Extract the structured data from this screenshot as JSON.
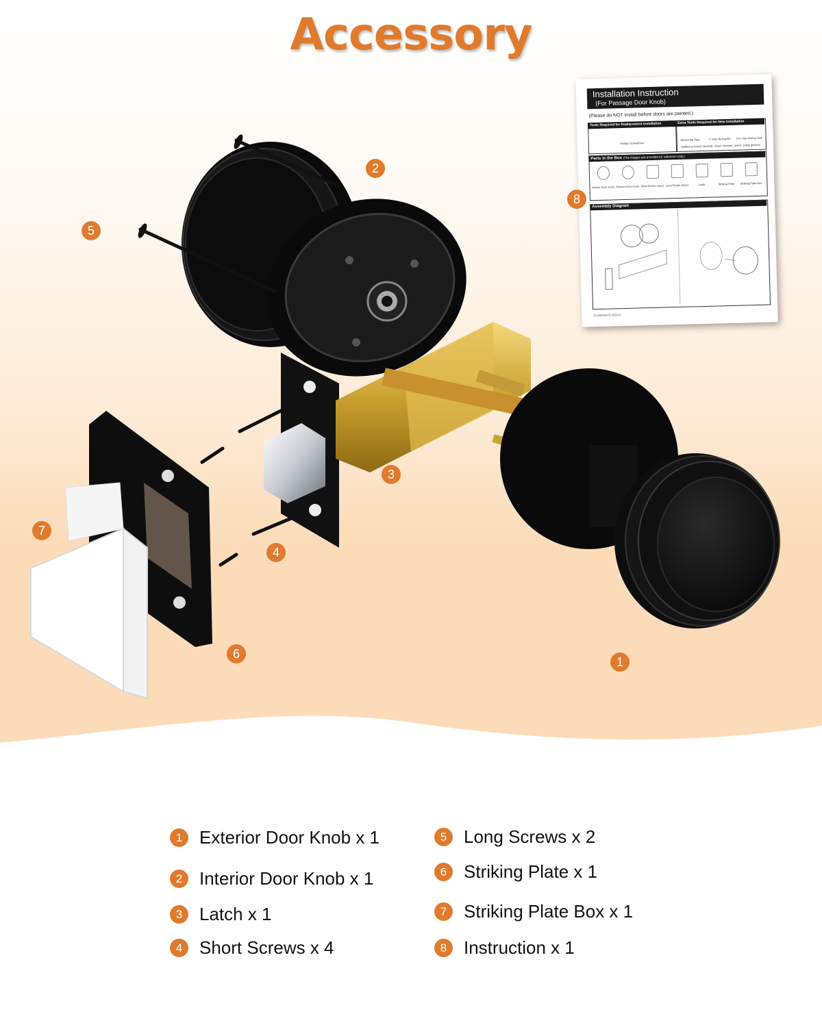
{
  "title": "Accessory",
  "colors": {
    "accent": "#e07a2c",
    "product_black": "#111111",
    "brass": "#c9a230"
  },
  "callouts": [
    "1",
    "2",
    "3",
    "4",
    "5",
    "6",
    "7",
    "8"
  ],
  "manual": {
    "title": "Installation Instruction",
    "subtitle": "(For Passage Door Knob)",
    "note": "(Please do NOT install before doors are painted.)",
    "tools_replace": "Tools Required for Replacement Installation",
    "tools_new": "Extra Tools Required for New Installation",
    "tool_1": "Phillips Screwdriver",
    "tool_2": "Measuring Tape",
    "tool_3": "1\" Hole Boring Bit",
    "tool_4": "2\"or Hole Boring Saw",
    "additional": "Additional tools(if needed): chisel, hammer, pencil, safety glasses",
    "parts_title": "Parts in the Box",
    "parts_note": "(The images are provided for reference only.)",
    "parts": [
      "Interior Door Knob",
      "Exterior Door Knob",
      "Short Screw (4pcs)",
      "Long Screw (2pcs)",
      "Latch",
      "Striking Plate",
      "Striking Plate Box"
    ],
    "assembly_title": "Assembly Diagram",
    "footer": "DL060196-PS-2025V1"
  },
  "legend": [
    {
      "num": "1",
      "label": "Exterior Door Knob x 1"
    },
    {
      "num": "2",
      "label": "Interior Door Knob x 1"
    },
    {
      "num": "3",
      "label": "Latch x 1"
    },
    {
      "num": "4",
      "label": "Short Screws x 4"
    },
    {
      "num": "5",
      "label": "Long Screws x 2"
    },
    {
      "num": "6",
      "label": "Striking Plate x 1"
    },
    {
      "num": "7",
      "label": "Striking Plate Box x 1"
    },
    {
      "num": "8",
      "label": "Instruction x 1"
    }
  ]
}
